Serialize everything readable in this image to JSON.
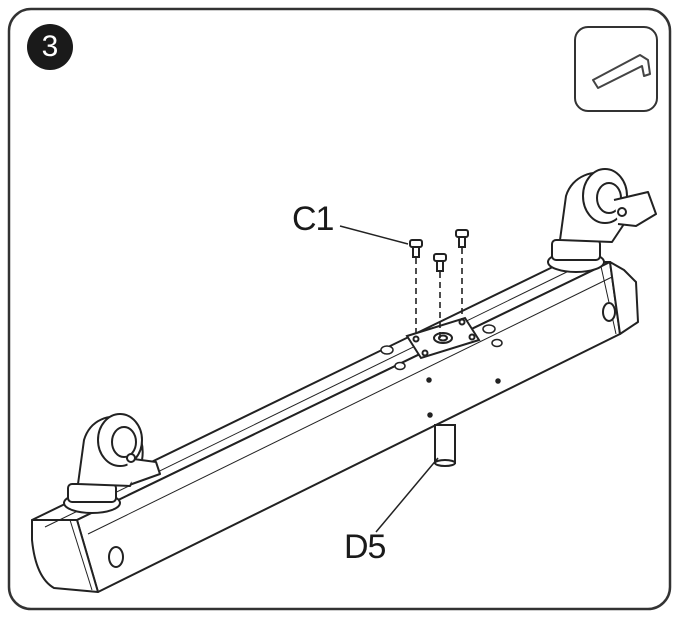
{
  "step": {
    "number": "3"
  },
  "tool": {
    "icon": "allen-key-icon"
  },
  "parts": [
    {
      "label": "C1"
    },
    {
      "label": "D5"
    }
  ],
  "colors": {
    "line": "#333333",
    "badge": "#1a1a1a",
    "background": "#ffffff"
  }
}
